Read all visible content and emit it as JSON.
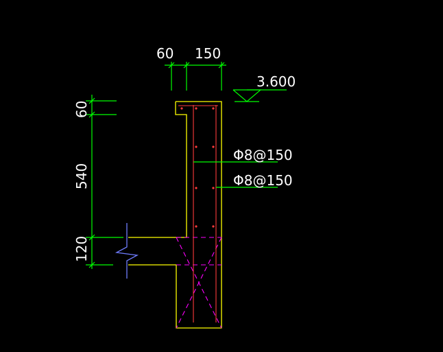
{
  "drawing": {
    "dims": {
      "top_left": "60",
      "top_right": "150",
      "left_top": "60",
      "left_middle": "540",
      "left_bottom": "120"
    },
    "elevation": "3.600",
    "rebar_notes": [
      "Φ8@150",
      "Φ8@150"
    ]
  },
  "colors": {
    "background": "#000000",
    "dimension": "#00ff00",
    "outline": "#ffff00",
    "rebar": "#ff0000",
    "hatch": "#ff00ff",
    "break": "#6f7dff",
    "text": "#ffffff"
  }
}
